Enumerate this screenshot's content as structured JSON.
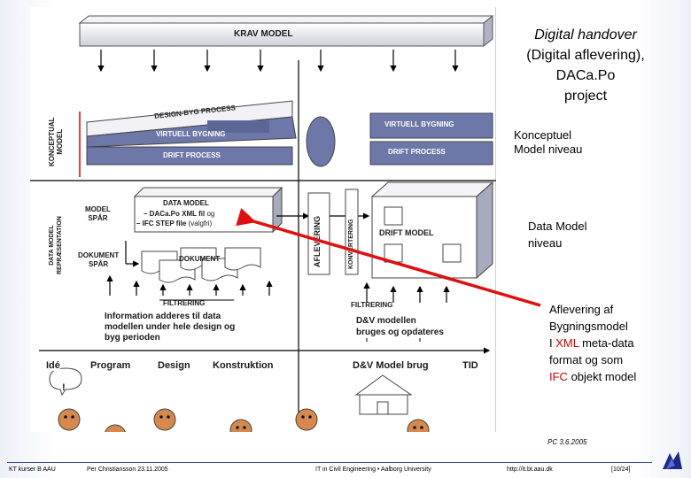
{
  "slide": {
    "title_line1": "Digital handover",
    "title_line2": "(Digital aflevering),",
    "title_line3": "DACa.Po",
    "title_line4": "project",
    "note_conceptual_1": "Konceptuel",
    "note_conceptual_2": "Model niveau",
    "note_data_1": "Data Model",
    "note_data_2": "niveau",
    "note_handover_1": "Aflevering af",
    "note_handover_2": "Bygningsmodel",
    "note_handover_3a": "I ",
    "note_handover_3b": "XML",
    "note_handover_3c": " meta-data",
    "note_handover_4": "format og som",
    "note_handover_5a": "IFC",
    "note_handover_5b": " objekt model",
    "date_note": "PC 3.6.2005"
  },
  "diagram": {
    "krav_model": "KRAV MODEL",
    "design_byg_process": "DESIGN-BYG PROCESS",
    "virtuell_bygning_left": "VIRTUELL BYGNING",
    "drift_process_left": "DRIFT PROCESS",
    "virtuell_bygning_right": "VIRTUELL BYGNING",
    "drift_process_right": "DRIFT PROCESS",
    "konceptual_model_1": "KONCEPTUAL",
    "konceptual_model_2": "MODEL",
    "data_model_rep_1": "DATA MODEL",
    "data_model_rep_2": "REPRÆSENTATION",
    "model_spor_1": "MODEL",
    "model_spor_2": "SPÅR",
    "data_model_title": "DATA MODEL",
    "data_model_line1a": "– DACa.Po XML fil",
    "data_model_line1b": "og",
    "data_model_line2a": "– IFC STEP file",
    "data_model_line2b": "(valgfri)",
    "aflevering": "AFLEVERING",
    "konvertering": "KONVERTERING",
    "drift_model": "DRIFT MODEL",
    "dokument_spor_1": "DOKUMENT",
    "dokument_spor_2": "SPÅR",
    "dokument": "DOKUMENT",
    "filtrering_left": "FILTRERING",
    "filtrering_right": "FILTRERING",
    "info_line1": "Information adderes til data",
    "info_line2": "modellen under hele design og",
    "info_line3": "byg perioden",
    "dv_line1": "D&V modellen",
    "dv_line2": "bruges og opdateres",
    "timeline": [
      "Idé",
      "Program",
      "Design",
      "Konstruktion",
      "D&V Model brug",
      "TID"
    ],
    "idea_bubble": "!"
  },
  "footer": {
    "course": "KT kurser B AAU",
    "author": "Per Christiansson 23.11.2005",
    "institution": "IT in Civil Engineering • Aalborg University",
    "url": "http://it.bt.aau.dk",
    "page": "[10/24]"
  },
  "colors": {
    "band": "#6d77a8",
    "bar_light": "#e8e8ee",
    "arrow_red": "#e01010",
    "footer_rule": "#3a4ba0"
  }
}
